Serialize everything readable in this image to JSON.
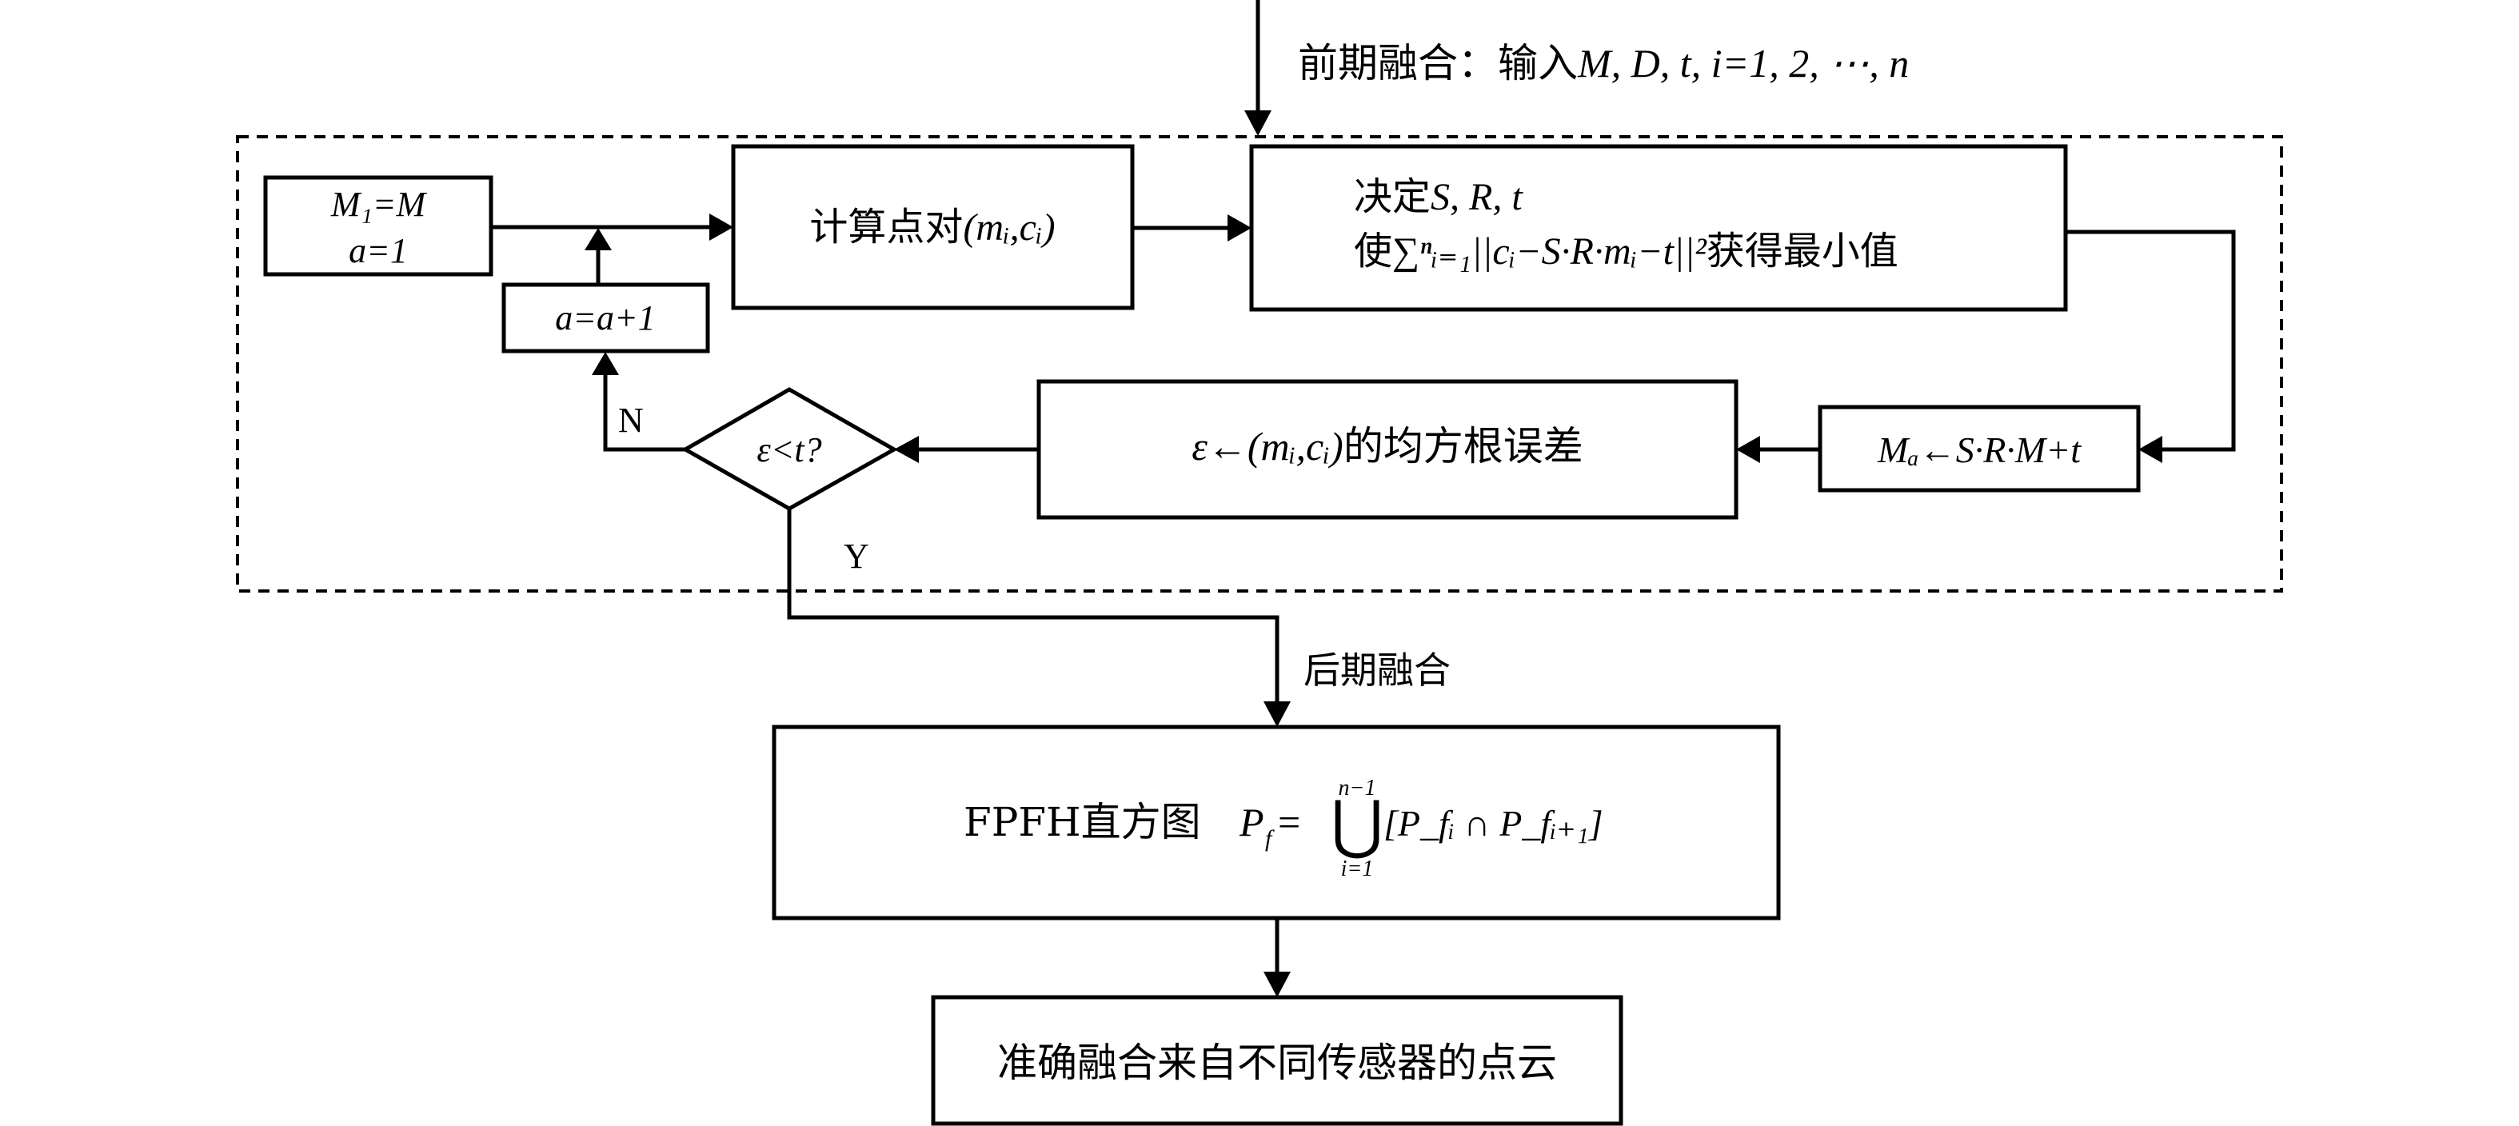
{
  "diagram": {
    "type": "flowchart",
    "colors": {
      "stroke": "#000000",
      "background": "#ffffff"
    },
    "input_label": {
      "prefix": "前期融合：输入",
      "math": "M, D, t, i=1, 2, ⋯, n"
    },
    "loop_group": {
      "style": "dashed"
    },
    "nodes": {
      "init": {
        "line1": "M₁=M",
        "line2": "a=1"
      },
      "increment": {
        "text": "a=a+1"
      },
      "compute_pairs": {
        "prefix": "计算点对",
        "math": "(mᵢ,cᵢ)"
      },
      "solve": {
        "line1_prefix": "决定",
        "line1_math": "S, R, t",
        "line2_prefix": "使",
        "line2_math": "∑ⁿᵢ₌₁||cᵢ−S·R·mᵢ−t||²",
        "line2_suffix": "获得最小值"
      },
      "update": {
        "text": "Mₐ←S·R·M+t"
      },
      "rms": {
        "math": "ε←(mᵢ,cᵢ)",
        "suffix": "的均方根误差"
      },
      "decision": {
        "text": "ε<t?",
        "no_label": "N",
        "yes_label": "Y"
      },
      "fpfh": {
        "prefix": "FPFH直方图",
        "math_lhs": "P",
        "math_lhs_sub": "f",
        "math_eq": "=",
        "union_symbol": "⋃",
        "union_upper": "n−1",
        "union_lower": "i=1",
        "math_rhs": "[P_fᵢ ∩ P_fᵢ₊₁]"
      },
      "output": {
        "text": "准确融合来自不同传感器的点云"
      }
    },
    "late_fusion_label": "后期融合"
  }
}
